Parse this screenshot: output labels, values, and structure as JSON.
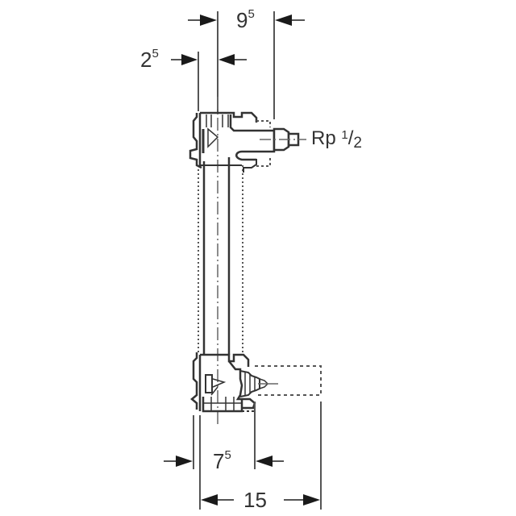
{
  "diagram": {
    "type": "technical-drawing",
    "subject": "vertical pipe mounting assembly with threaded outlet",
    "colors": {
      "line": "#333333",
      "arrow": "#1a1a1a",
      "dashed": "#444444",
      "background": "#ffffff"
    }
  },
  "dimensions": {
    "top_width": {
      "base": "9",
      "sup": "5"
    },
    "top_offset": {
      "base": "2",
      "sup": "5"
    },
    "bottom_inner": {
      "base": "7",
      "sup": "5"
    },
    "bottom_total": {
      "value": "15"
    }
  },
  "annotations": {
    "thread": {
      "prefix": "Rp",
      "numerator": "1",
      "slash": "/",
      "denominator": "2"
    }
  }
}
